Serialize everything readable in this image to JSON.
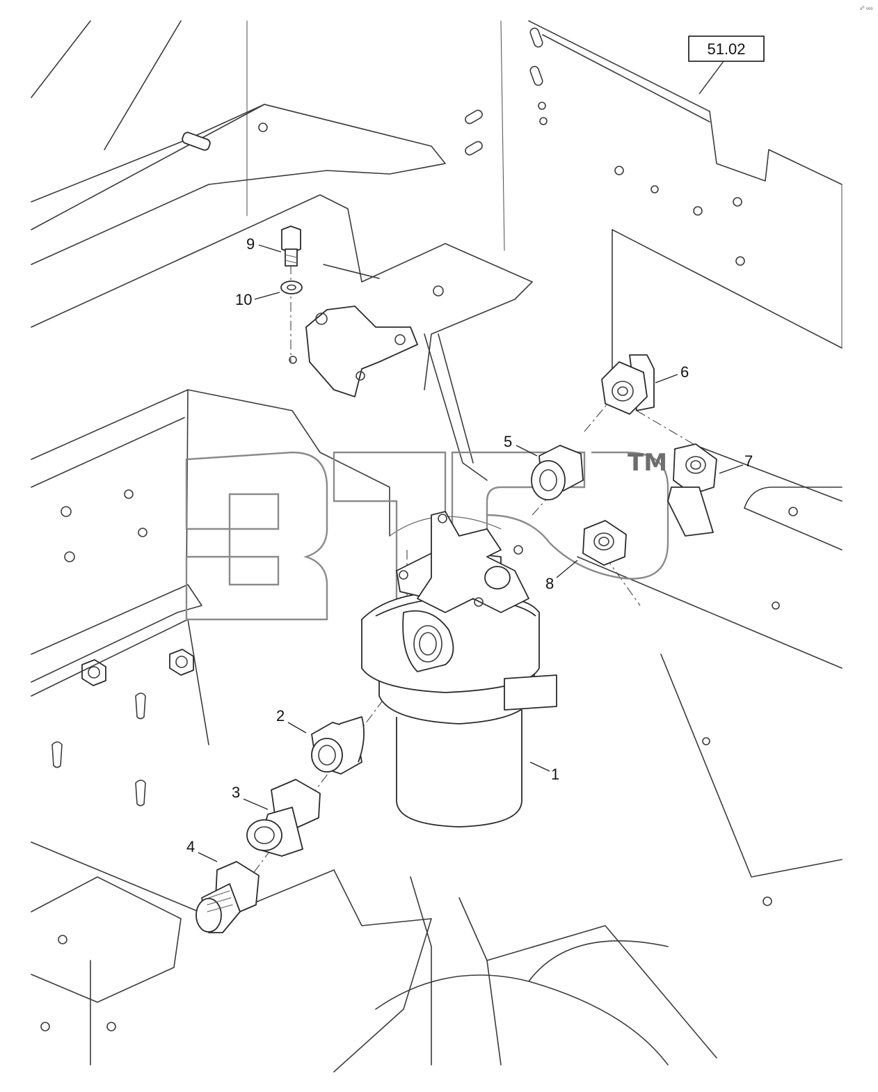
{
  "reference_box": {
    "label": "51.02"
  },
  "watermark": {
    "trademark": "TM"
  },
  "corner_mark": "₄⁰ ₀₀₀",
  "callouts": [
    {
      "id": "1",
      "label": "1"
    },
    {
      "id": "2",
      "label": "2"
    },
    {
      "id": "3",
      "label": "3"
    },
    {
      "id": "4",
      "label": "4"
    },
    {
      "id": "5",
      "label": "5"
    },
    {
      "id": "6",
      "label": "6"
    },
    {
      "id": "7",
      "label": "7"
    },
    {
      "id": "8",
      "label": "8"
    },
    {
      "id": "9",
      "label": "9"
    },
    {
      "id": "10",
      "label": "10"
    }
  ]
}
